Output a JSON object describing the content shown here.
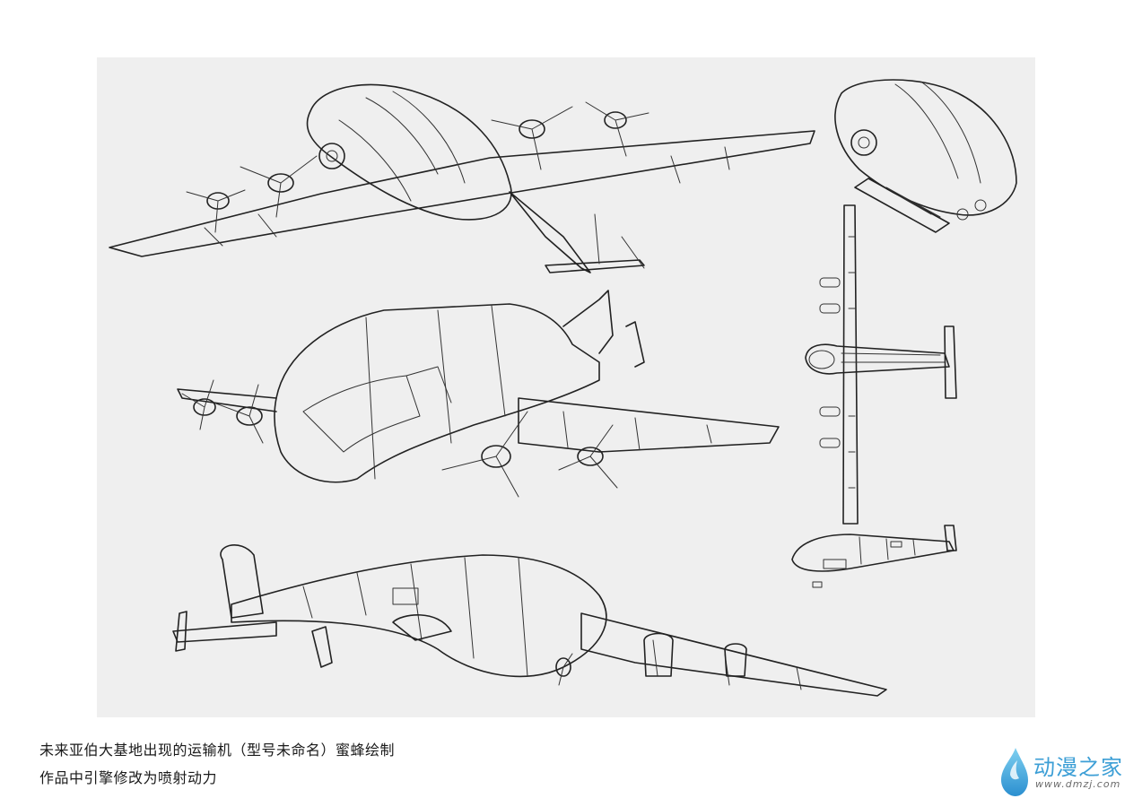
{
  "caption": {
    "line1": "未来亚伯大基地出现的运输机（型号未命名）蜜蜂绘制",
    "line2": "作品中引擎修改为喷射动力"
  },
  "watermark": {
    "name": "动漫之家",
    "url": "www.dmzj.com",
    "color": "#3d9fd6",
    "icon": "droplet-icon"
  },
  "sheet": {
    "background": "#efefef"
  }
}
